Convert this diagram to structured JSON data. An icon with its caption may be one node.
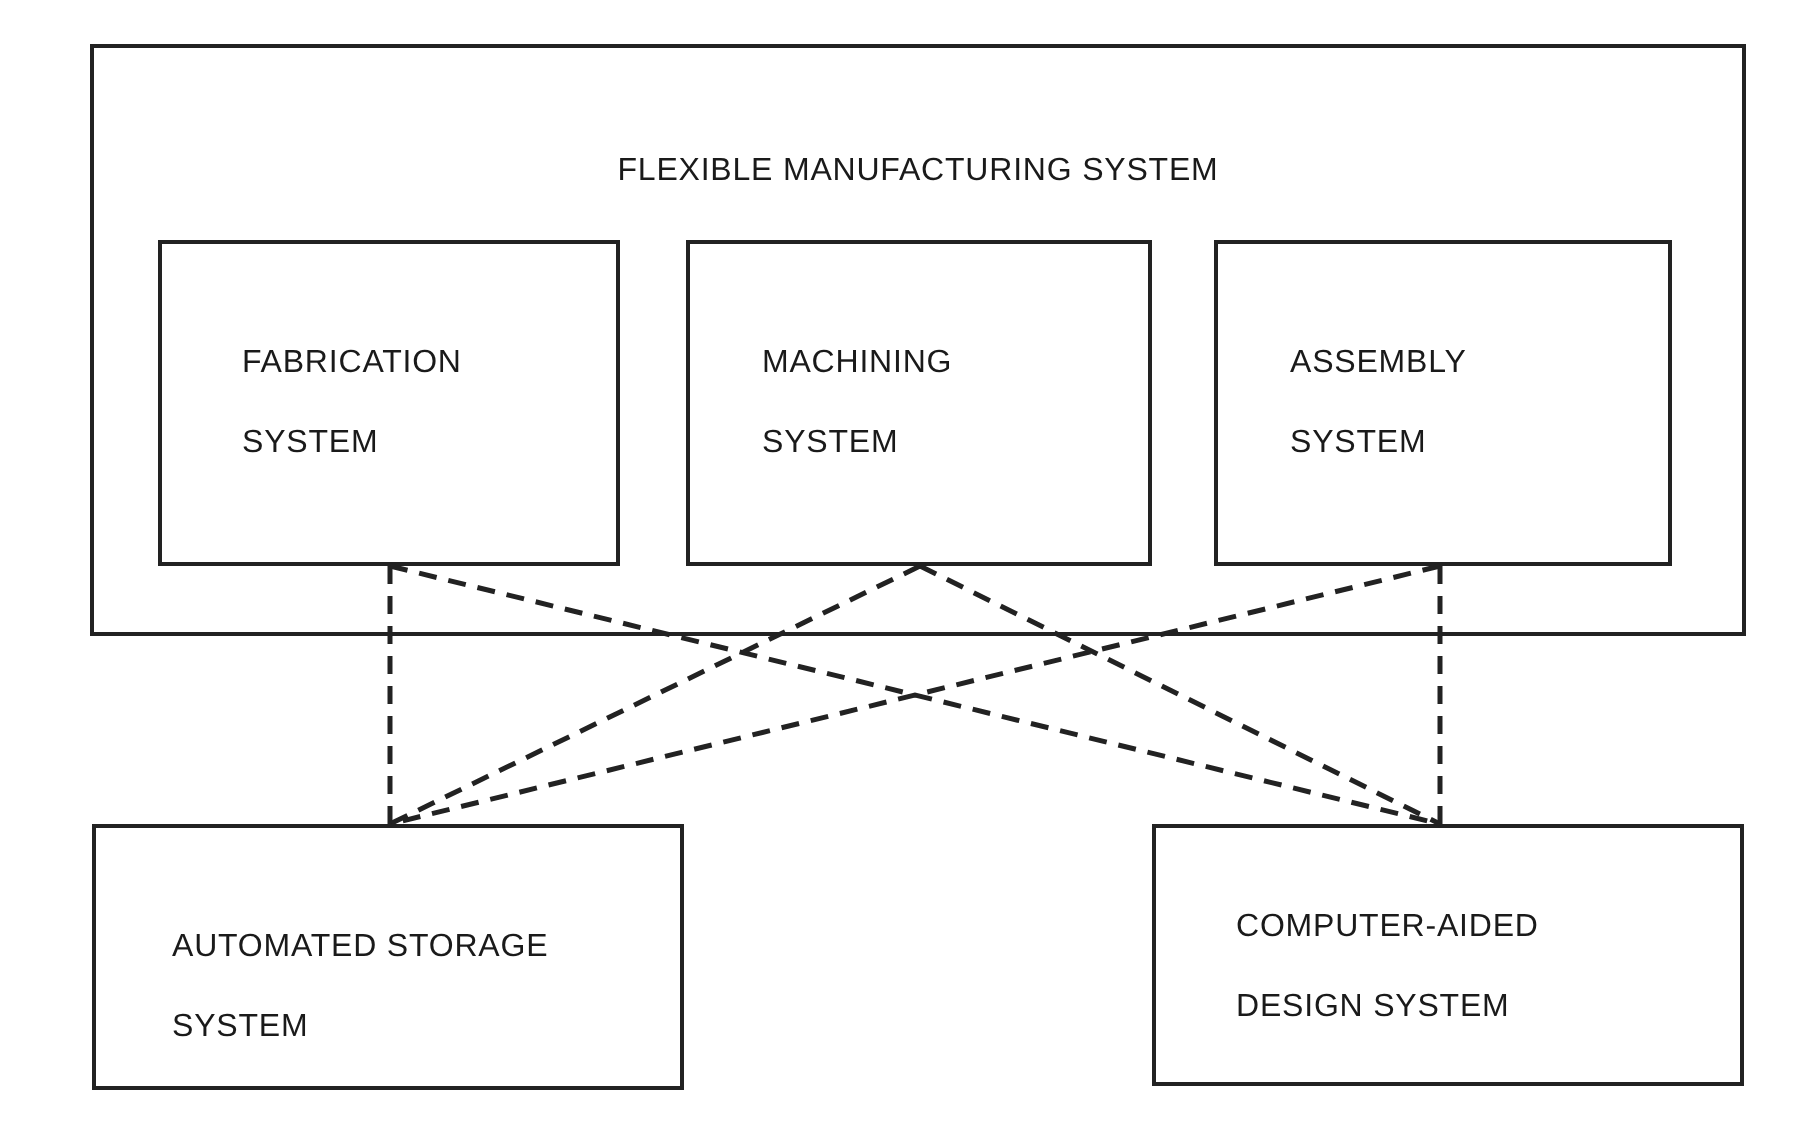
{
  "diagram": {
    "nodes": [
      {
        "text": [
          "FLEXIBLE MANUFACTURING SYSTEM"
        ]
      },
      {
        "text": [
          "FABRICATION SYSTEM"
        ],
        "in": 0
      },
      {
        "text": [
          "MACHINING SYSTEM"
        ],
        "in": 0
      },
      {
        "text": [
          "ASSEMBLY SYSTEM"
        ],
        "in": 0
      },
      {
        "text": [
          "AUTOMATED STORAGE SYSTEM"
        ]
      },
      {
        "text": [
          "COMPUTER-AIDED DESIGN SYSTEM"
        ]
      }
    ],
    "edges": [
      {
        "from": 1,
        "to": 4,
        "arrow": "none",
        "style": "dashed"
      },
      {
        "from": 1,
        "to": 5,
        "arrow": "none",
        "style": "dashed"
      },
      {
        "from": 2,
        "to": 4,
        "arrow": "none",
        "style": "dashed"
      },
      {
        "from": 2,
        "to": 5,
        "arrow": "none",
        "style": "dashed"
      },
      {
        "from": 3,
        "to": 4,
        "arrow": "none",
        "style": "dashed"
      },
      {
        "from": 3,
        "to": 5,
        "arrow": "none",
        "style": "dashed"
      }
    ]
  }
}
